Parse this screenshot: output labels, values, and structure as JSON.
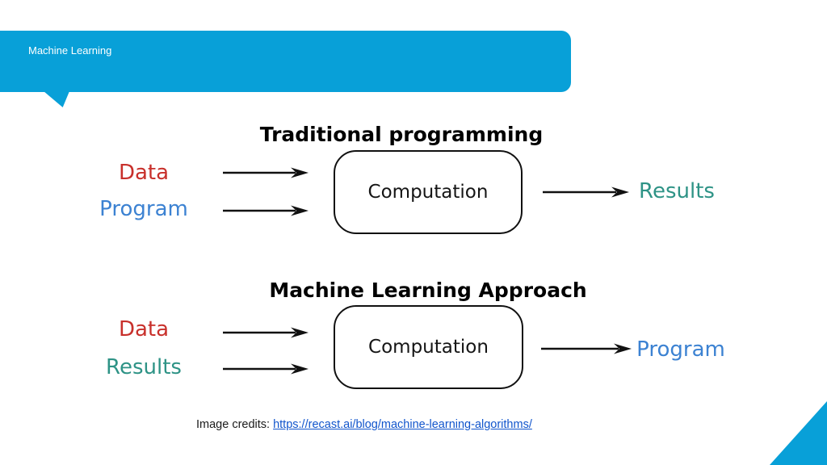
{
  "banner": {
    "label": "Machine Learning",
    "bg_color": "#08a0d8",
    "text_color": "#ffffff"
  },
  "diagrams": [
    {
      "title": "Traditional programming",
      "inputs": [
        {
          "label": "Data",
          "color": "#c8302b"
        },
        {
          "label": "Program",
          "color": "#3c82d2"
        }
      ],
      "process_label": "Computation",
      "output": {
        "label": "Results",
        "color": "#2e9386"
      }
    },
    {
      "title": "Machine Learning Approach",
      "inputs": [
        {
          "label": "Data",
          "color": "#c8302b"
        },
        {
          "label": "Results",
          "color": "#2e9386"
        }
      ],
      "process_label": "Computation",
      "output": {
        "label": "Program",
        "color": "#3c82d2"
      }
    }
  ],
  "credits": {
    "prefix": "Image credits: ",
    "link_text": "https://recast.ai/blog/machine-learning-algorithms/",
    "link_color": "#1155cc"
  },
  "corner_accent_color": "#08a0d8"
}
